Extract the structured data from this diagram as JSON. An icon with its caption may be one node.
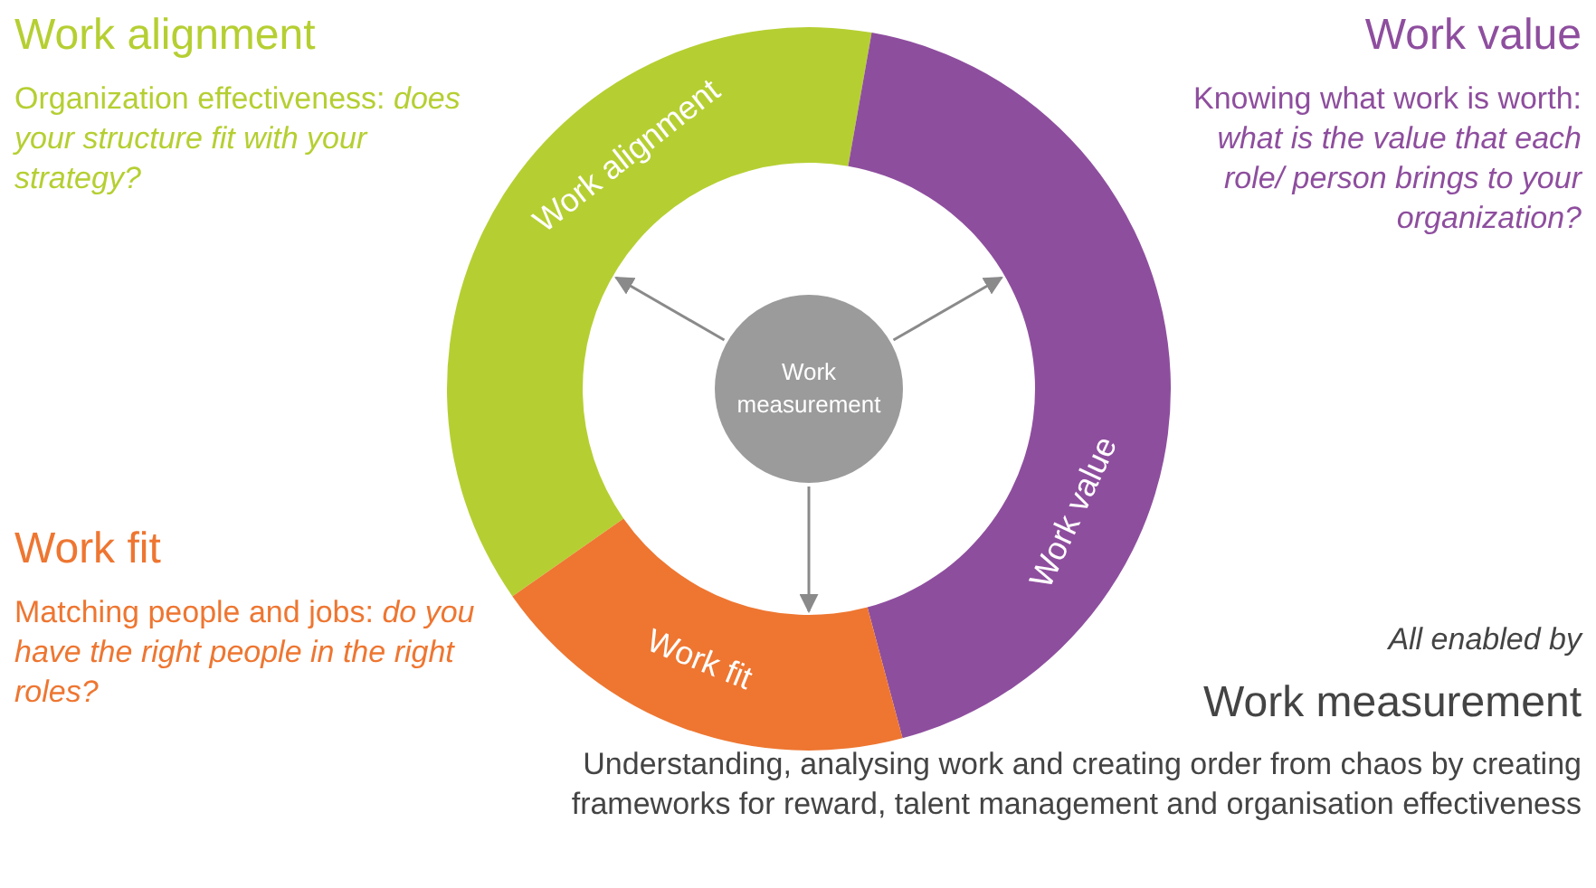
{
  "diagram": {
    "nodes": [
      {
        "text": [
          "Work measurement"
        ]
      },
      {
        "text": [
          "Work alignment"
        ]
      },
      {
        "text": [
          "Work value"
        ]
      },
      {
        "text": [
          "Work fit"
        ]
      }
    ],
    "edges": [
      {
        "from": 0,
        "to": 1,
        "arrow": "to"
      },
      {
        "from": 0,
        "to": 2,
        "arrow": "to"
      },
      {
        "from": 0,
        "to": 3,
        "arrow": "to"
      }
    ],
    "labels": [
      "Work alignment",
      "Organization effectiveness: *does your structure fit with your strategy?*",
      "Work value",
      "Knowing what work is worth: *what is the value that each role/ person brings to your organization?*",
      "Work fit",
      "Matching people and jobs: *do you have the right people in the right roles?*",
      "All enabled by",
      "Work measurement",
      "Understanding, analysing work and creating order from chaos by creating frameworks for reward, talent management and organisation effectiveness"
    ]
  }
}
